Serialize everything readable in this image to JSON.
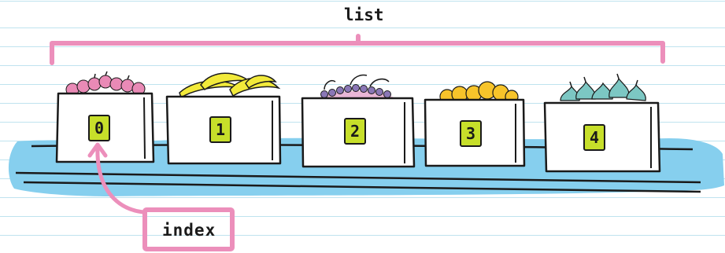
{
  "labels": {
    "list": "list",
    "index": "index"
  },
  "bins": [
    {
      "index": "0",
      "fruit": "apples",
      "color": "#e98ab6"
    },
    {
      "index": "1",
      "fruit": "bananas",
      "color": "#f2ea3a"
    },
    {
      "index": "2",
      "fruit": "grapes",
      "color": "#8a77b6"
    },
    {
      "index": "3",
      "fruit": "oranges",
      "color": "#f7c42a"
    },
    {
      "index": "4",
      "fruit": "pears",
      "color": "#7cc7c3"
    }
  ],
  "colors": {
    "bracket": "#ec8fbb",
    "belt": "#86cfee",
    "index_box": "#c7df2a",
    "rule_lines": "#bfe3ef"
  }
}
